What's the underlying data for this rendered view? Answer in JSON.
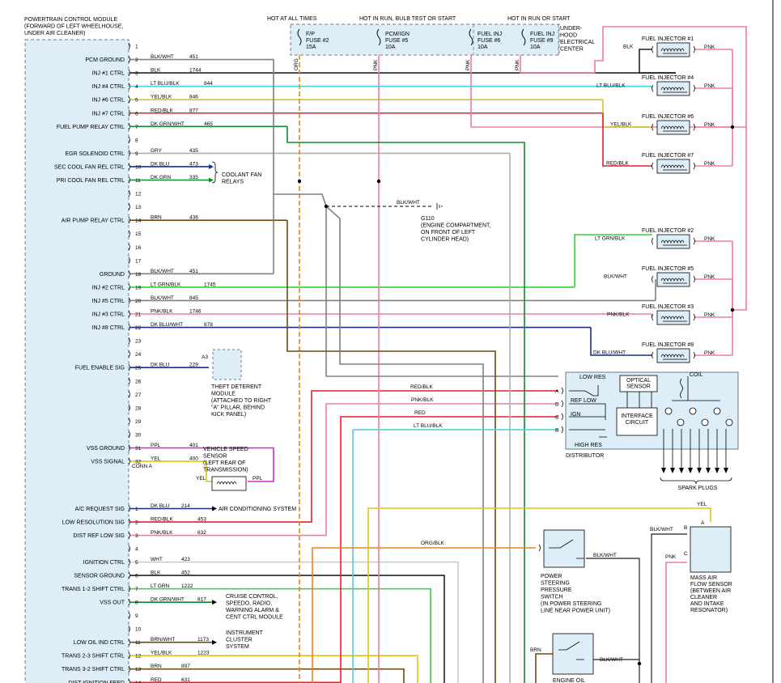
{
  "pcm_title": [
    "POWERTRAIN CONTROL MODULE",
    "(FORWARD OF LEFT WHEELHOUSE,",
    "UNDER AIR CLEANER)"
  ],
  "headers": {
    "hot_all_times": "HOT AT ALL TIMES",
    "hot_run_bulb": "HOT IN RUN, BULB TEST OR START",
    "hot_run_start": "HOT IN RUN OR START"
  },
  "fuses": [
    [
      "F/P",
      "FUSE #2",
      "15A"
    ],
    [
      "PCM/IGN",
      "FUSE #5",
      "10A"
    ],
    [
      "FUEL INJ",
      "FUSE #6",
      "10A"
    ],
    [
      "FUEL INJ",
      "FUSE #9",
      "10A"
    ]
  ],
  "underhood": [
    "UNDER-",
    "HOOD",
    "ELECTRICAL",
    "CENTER"
  ],
  "fuse_wires": [
    "ORG",
    "PNK",
    "PNK",
    "PNK"
  ],
  "pins_a": [
    {
      "pin": "1",
      "label": "",
      "wire": "",
      "circuit": ""
    },
    {
      "pin": "2",
      "label": "PCM GROUND",
      "wire": "BLK/WHT",
      "circuit": "451"
    },
    {
      "pin": "3",
      "label": "INJ #1 CTRL",
      "wire": "BLK",
      "circuit": "1744"
    },
    {
      "pin": "4",
      "label": "INJ #4 CTRL",
      "wire": "LT BLU/BLK",
      "circuit": "844"
    },
    {
      "pin": "5",
      "label": "INJ #6 CTRL",
      "wire": "YEL/BLK",
      "circuit": "846"
    },
    {
      "pin": "6",
      "label": "INJ #7 CTRL",
      "wire": "RED/BLK",
      "circuit": "877"
    },
    {
      "pin": "7",
      "label": "FUEL PUMP RELAY CTRL",
      "wire": "DK GRN/WHT",
      "circuit": "465"
    },
    {
      "pin": "8",
      "label": "",
      "wire": "",
      "circuit": ""
    },
    {
      "pin": "9",
      "label": "EGR SOLENOID CTRL",
      "wire": "GRY",
      "circuit": "435"
    },
    {
      "pin": "10",
      "label": "SEC COOL FAN REL CTRL",
      "wire": "DK BLU",
      "circuit": "473"
    },
    {
      "pin": "11",
      "label": "PRI COOL FAN REL CTRL",
      "wire": "DK GRN",
      "circuit": "335"
    },
    {
      "pin": "12",
      "label": "",
      "wire": "",
      "circuit": ""
    },
    {
      "pin": "13",
      "label": "",
      "wire": "",
      "circuit": ""
    },
    {
      "pin": "14",
      "label": "AIR PUMP RELAY CTRL",
      "wire": "BRN",
      "circuit": "436"
    },
    {
      "pin": "15",
      "label": "",
      "wire": "",
      "circuit": ""
    },
    {
      "pin": "16",
      "label": "",
      "wire": "",
      "circuit": ""
    },
    {
      "pin": "17",
      "label": "",
      "wire": "",
      "circuit": ""
    },
    {
      "pin": "18",
      "label": "GROUND",
      "wire": "BLK/WHT",
      "circuit": "451"
    },
    {
      "pin": "19",
      "label": "INJ #2 CTRL",
      "wire": "LT GRN/BLK",
      "circuit": "1745"
    },
    {
      "pin": "20",
      "label": "INJ #5 CTRL",
      "wire": "BLK/WHT",
      "circuit": "845"
    },
    {
      "pin": "21",
      "label": "INJ #3 CTRL",
      "wire": "PNK/BLK",
      "circuit": "1746"
    },
    {
      "pin": "22",
      "label": "INJ #8 CTRL",
      "wire": "DK BLU/WHT",
      "circuit": "878"
    },
    {
      "pin": "23",
      "label": "",
      "wire": "",
      "circuit": ""
    },
    {
      "pin": "24",
      "label": "",
      "wire": "",
      "circuit": ""
    },
    {
      "pin": "25",
      "label": "FUEL ENABLE SIG",
      "wire": "DK BLU",
      "circuit": "229"
    },
    {
      "pin": "26",
      "label": "",
      "wire": "",
      "circuit": ""
    },
    {
      "pin": "27",
      "label": "",
      "wire": "",
      "circuit": ""
    },
    {
      "pin": "28",
      "label": "",
      "wire": "",
      "circuit": ""
    },
    {
      "pin": "29",
      "label": "",
      "wire": "",
      "circuit": ""
    },
    {
      "pin": "30",
      "label": "",
      "wire": "",
      "circuit": ""
    },
    {
      "pin": "31",
      "label": "VSS GROUND",
      "wire": "PPL",
      "circuit": "401"
    },
    {
      "pin": "32",
      "label": "VSS SIGNAL",
      "wire": "YEL",
      "circuit": "400"
    }
  ],
  "conn_a": "CONN A",
  "pins_b": [
    {
      "pin": "1",
      "label": "A/C REQUEST SIG",
      "wire": "DK BLU",
      "circuit": "214"
    },
    {
      "pin": "2",
      "label": "LOW RESOLUTION SIG",
      "wire": "RED/BLK",
      "circuit": "453"
    },
    {
      "pin": "3",
      "label": "DIST REF LOW SIG",
      "wire": "PNK/BLK",
      "circuit": "632"
    },
    {
      "pin": "4",
      "label": "",
      "wire": "",
      "circuit": ""
    },
    {
      "pin": "5",
      "label": "IGNITION CTRL",
      "wire": "WHT",
      "circuit": "423"
    },
    {
      "pin": "6",
      "label": "SENSOR GROUND",
      "wire": "BLK",
      "circuit": "452"
    },
    {
      "pin": "7",
      "label": "TRANS 1-2 SHIFT CTRL",
      "wire": "LT GRN",
      "circuit": "1222"
    },
    {
      "pin": "8",
      "label": "VSS OUT",
      "wire": "DK GRN/WHT",
      "circuit": "817"
    },
    {
      "pin": "9",
      "label": "",
      "wire": "",
      "circuit": ""
    },
    {
      "pin": "10",
      "label": "",
      "wire": "",
      "circuit": ""
    },
    {
      "pin": "11",
      "label": "LOW OIL IND CTRL",
      "wire": "BRN/WHT",
      "circuit": "1173"
    },
    {
      "pin": "12",
      "label": "TRANS 2-3 SHIFT CTRL",
      "wire": "YEL/BLK",
      "circuit": "1223"
    },
    {
      "pin": "13",
      "label": "TRANS 3-2 SHIFT CTRL",
      "wire": "BRN",
      "circuit": "897"
    },
    {
      "pin": "14",
      "label": "DIST IGNITION FEED",
      "wire": "RED",
      "circuit": "631"
    }
  ],
  "injectors": [
    {
      "name": "FUEL INJECTOR #1",
      "wire": "BLK"
    },
    {
      "name": "FUEL INJECTOR #4",
      "wire": "LT BLU/BLK"
    },
    {
      "name": "FUEL INJECTOR #6",
      "wire": "YEL/BLK"
    },
    {
      "name": "FUEL INJECTOR #7",
      "wire": "RED/BLK"
    },
    {
      "name": "FUEL INJECTOR #2",
      "wire": "LT GRN/BLK"
    },
    {
      "name": "FUEL INJECTOR #5",
      "wire": "BLK/WHT"
    },
    {
      "name": "FUEL INJECTOR #3",
      "wire": "PNK/BLK"
    },
    {
      "name": "FUEL INJECTOR #8",
      "wire": "DK BLU/WHT"
    }
  ],
  "inj_pnk": "PNK",
  "coolant_relays": [
    "COOLANT FAN",
    "RELAYS"
  ],
  "ground_wire": "BLK/WHT",
  "g110": [
    "G110",
    "(ENGINE COMPARTMENT,",
    "ON FRONT OF LEFT",
    "CYLINDER HEAD)"
  ],
  "theft": [
    "THEFT DETERENT",
    "MODULE",
    "(ATTACHED TO RIGHT",
    "\"A\" PILLAR, BEHIND",
    "KICK PANEL)"
  ],
  "theft_pin": "A3",
  "vss_sensor": [
    "VEHICLE SPEED",
    "SENSOR",
    "(LEFT REAR OF",
    "TRANSMISSION)"
  ],
  "vss_yel": "YEL",
  "vss_ppl": "PPL",
  "dist_wires": [
    {
      "wire": "RED/BLK",
      "pin": "A"
    },
    {
      "wire": "PNK/BLK",
      "pin": "D"
    },
    {
      "wire": "RED",
      "pin": "C"
    },
    {
      "wire": "LT BLU/BLK",
      "pin": "B"
    }
  ],
  "distributor": {
    "low_res": "LOW RES",
    "ref_low": "REF LOW",
    "ign": "IGN",
    "high_res": "HIGH RES",
    "optical": [
      "OPTICAL",
      "SENSOR"
    ],
    "interface": [
      "INTERFACE",
      "CIRCUIT"
    ],
    "coil": "COIL",
    "name": "DISTRIBUTOR",
    "plugs": "SPARK PLUGS"
  },
  "ac_system": "AIR CONDITIONING SYSTEM",
  "cruise": [
    "CRUISE CONTROL,",
    "SPEEDO, RADIO,",
    "WARNING ALARM &",
    "CENT CTRL MODULE"
  ],
  "instrument": [
    "INSTRUMENT",
    "CLUSTER",
    "SYSTEM"
  ],
  "orgblk": "ORG/BLK",
  "ps_switch": [
    "POWER",
    "STEERING",
    "PRESSURE",
    "SWITCH",
    "(IN POWER STEERING",
    "LINE NEAR POWER UNIT)"
  ],
  "ps_wire": "BLK/WHT",
  "maf": [
    "MASS AIR",
    "FLOW SENSOR",
    "(BETWEEN AIR",
    "CLEANER",
    "AND INTAKE",
    "RESONATOR)"
  ],
  "maf_wires": {
    "yel": "YEL",
    "blkwht": "BLK/WHT",
    "pnk": "PNK",
    "a": "A",
    "b": "B",
    "c": "C"
  },
  "oil_brn": "BRN",
  "oil_blkwht": "BLK/WHT",
  "oil_label": "ENGINE OIL",
  "colors": {
    "black": "#222222",
    "gray": "#808080",
    "blue": "#1a2f8c",
    "ltblue": "#48cfe0",
    "green": "#0e8a2b",
    "ltgreen": "#33d133",
    "yellow": "#d8c521",
    "red": "#e0202e",
    "brown": "#6e4a12",
    "orange": "#e8851a",
    "pink": "#f07aa8",
    "purple": "#cc2bcc",
    "panel": "#ddeef8"
  }
}
